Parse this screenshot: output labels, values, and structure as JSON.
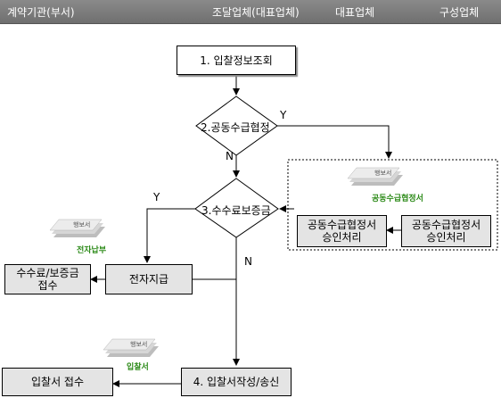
{
  "header": {
    "col1": "계약기관(부서)",
    "col2": "조달업체(대표업체)",
    "col3": "대표업체",
    "col4": "구성업체"
  },
  "nodes": {
    "step1": "1. 입찰정보조회",
    "decision2": "2.공동수급협정",
    "decision3": "3.수수료보증금",
    "rep_approval": [
      "공동수급협정서",
      "승인처리"
    ],
    "member_approval": [
      "공동수급협정서",
      "승인처리"
    ],
    "fee_receipt": [
      "수수료/보증금",
      "접수"
    ],
    "e_payment": "전자지급",
    "step4": "4. 입찰서작성/송신",
    "bid_receipt": "입찰서 접수"
  },
  "edge_labels": {
    "d2_yes": "Y",
    "d2_no": "N",
    "d3_yes": "Y",
    "d3_no": "N"
  },
  "documents": {
    "agreement_doc": "공동수급협정서",
    "payment_doc": "전자납부",
    "bid_doc": "입찰서",
    "doc_stamp": "행보서"
  },
  "colors": {
    "header_bg": "#7a7a7a",
    "doc_label": "#2c8a18",
    "box_gray": "#e4e4e4"
  }
}
